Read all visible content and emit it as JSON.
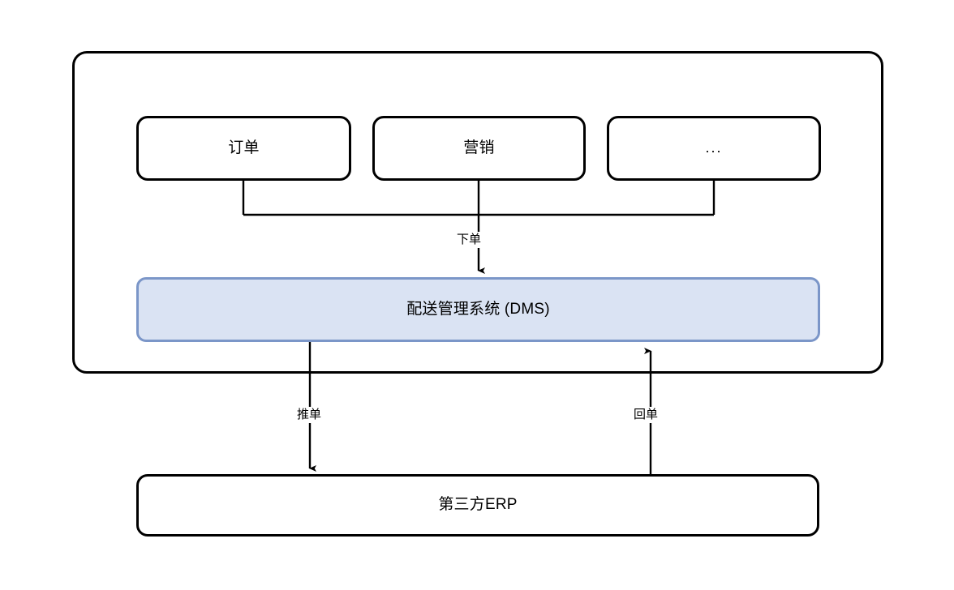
{
  "diagram": {
    "type": "flowchart",
    "background": "#ffffff",
    "stroke_color": "#000000",
    "accent_fill": "#dae3f3",
    "accent_stroke": "#7b96c8",
    "group": {
      "name": "business-systems-group",
      "label": ""
    },
    "nodes": [
      {
        "id": "order",
        "label": "订单",
        "style": "plain"
      },
      {
        "id": "marketing",
        "label": "营销",
        "style": "plain"
      },
      {
        "id": "more",
        "label": "...",
        "style": "plain"
      },
      {
        "id": "dms",
        "label": "配送管理系统 (DMS)",
        "style": "accent"
      },
      {
        "id": "erp",
        "label": "第三方ERP",
        "style": "plain"
      }
    ],
    "edges": [
      {
        "id": "place-order",
        "label": "下单",
        "from": "order-group",
        "to": "dms",
        "direction": "down"
      },
      {
        "id": "push-order",
        "label": "推单",
        "from": "dms",
        "to": "erp",
        "direction": "down"
      },
      {
        "id": "return-order",
        "label": "回单",
        "from": "erp",
        "to": "dms",
        "direction": "up"
      }
    ]
  }
}
